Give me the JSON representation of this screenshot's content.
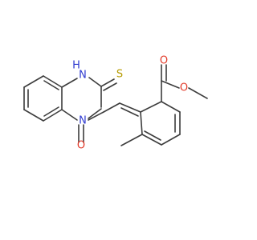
{
  "molecule": {
    "labels": {
      "nh": "H",
      "n_ring": "N",
      "n1": "N",
      "s": "S",
      "o_ketone": "O",
      "o_ester_carbonyl": "O",
      "o_ester_ether": "O"
    },
    "colors": {
      "bond": "#3c3c3c",
      "nitrogen": "#2f3bd0",
      "oxygen": "#e23b2a",
      "sulfur": "#b59a00"
    }
  }
}
